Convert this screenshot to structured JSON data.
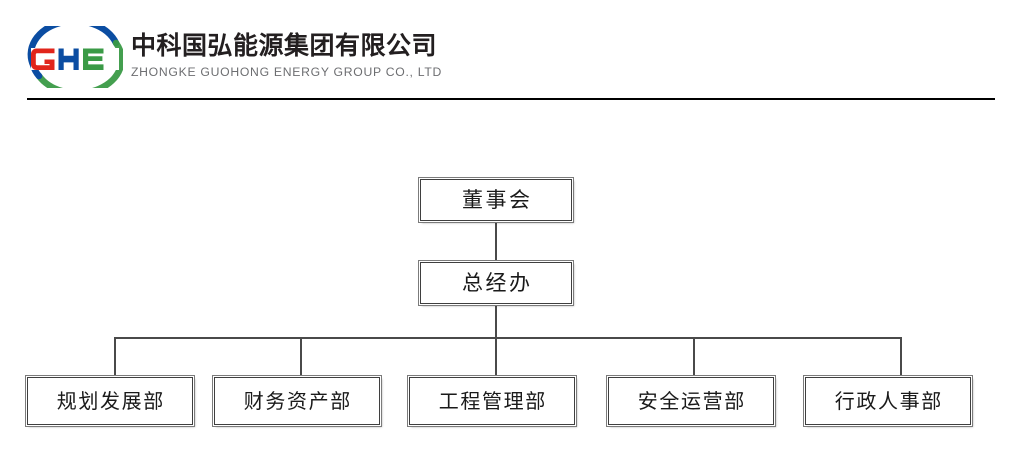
{
  "header": {
    "logo_icon": "ghe-circular-swoosh-logo",
    "logo_letters": [
      {
        "char": "G",
        "color": "#e1251b"
      },
      {
        "char": "H",
        "color": "#0b4da2"
      },
      {
        "char": "E",
        "color": "#3a9a46"
      }
    ],
    "arc_top_color": "#0b4da2",
    "arc_bottom_color": "#3a9a46",
    "company_name_cn": "中科国弘能源集团有限公司",
    "company_name_en": "ZHONGKE GUOHONG ENERGY GROUP CO., LTD",
    "rule_color": "#000000"
  },
  "chart_data": {
    "type": "diagram",
    "title": "",
    "orientation": "top-down",
    "box_fill": "#ffffff",
    "box_border": "#3f3f3f",
    "connector_color": "#4a4a4a",
    "levels": [
      {
        "level": 1,
        "nodes": [
          {
            "id": "board",
            "label": "董事会"
          }
        ]
      },
      {
        "level": 2,
        "nodes": [
          {
            "id": "gm-office",
            "label": "总经办"
          }
        ]
      },
      {
        "level": 3,
        "nodes": [
          {
            "id": "dept-planning",
            "label": "规划发展部"
          },
          {
            "id": "dept-finance",
            "label": "财务资产部"
          },
          {
            "id": "dept-engineering",
            "label": "工程管理部"
          },
          {
            "id": "dept-safety",
            "label": "安全运营部"
          },
          {
            "id": "dept-admin",
            "label": "行政人事部"
          }
        ]
      }
    ],
    "edges": [
      {
        "from": "board",
        "to": "gm-office"
      },
      {
        "from": "gm-office",
        "to": "dept-planning"
      },
      {
        "from": "gm-office",
        "to": "dept-finance"
      },
      {
        "from": "gm-office",
        "to": "dept-engineering"
      },
      {
        "from": "gm-office",
        "to": "dept-safety"
      },
      {
        "from": "gm-office",
        "to": "dept-admin"
      }
    ]
  }
}
